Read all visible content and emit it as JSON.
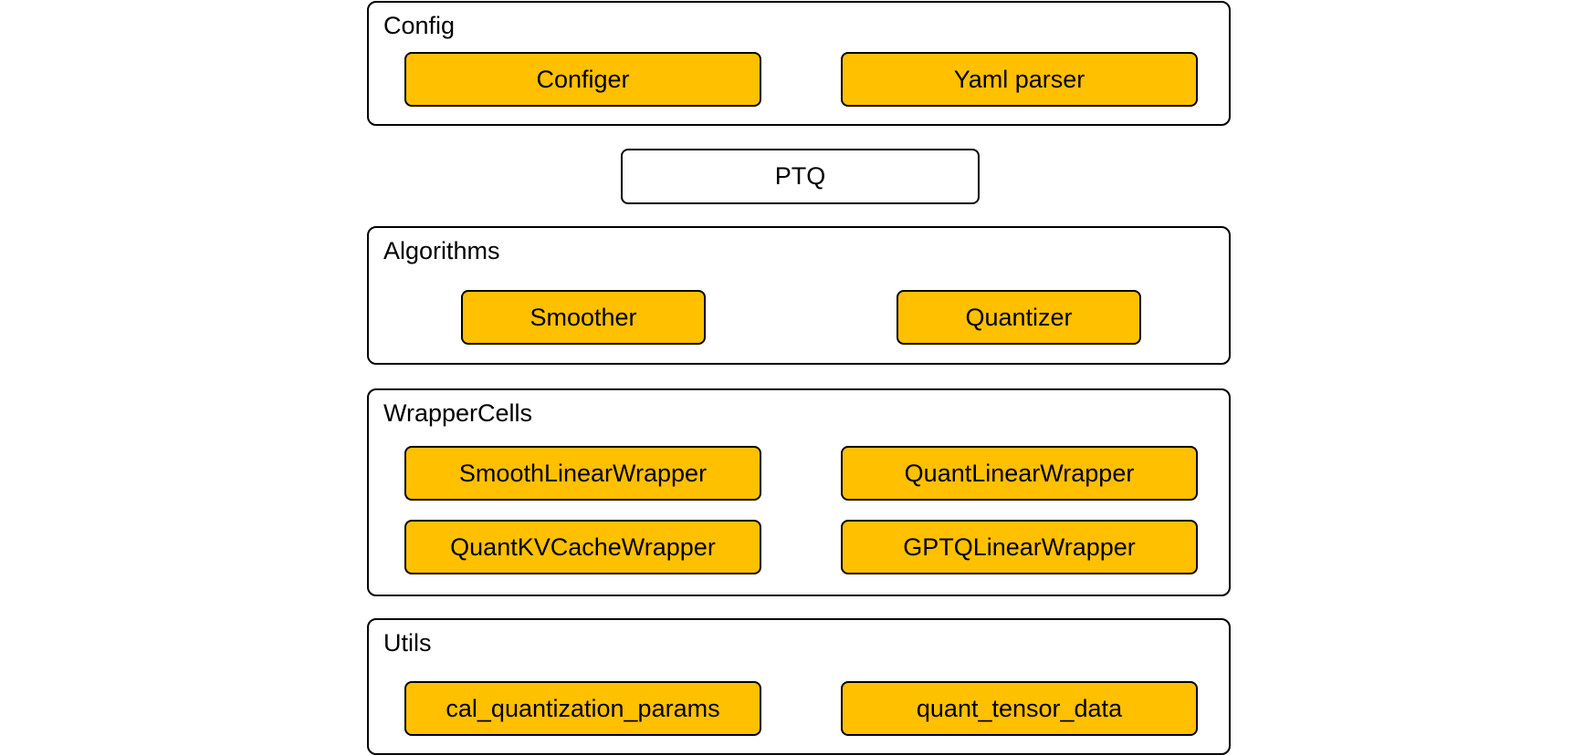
{
  "colors": {
    "module_fill": "#FFC000",
    "border": "#000000",
    "background": "#ffffff"
  },
  "config": {
    "label": "Config",
    "items": [
      "Configer",
      "Yaml parser"
    ]
  },
  "ptq": {
    "label": "PTQ"
  },
  "algorithms": {
    "label": "Algorithms",
    "items": [
      "Smoother",
      "Quantizer"
    ]
  },
  "wrapper_cells": {
    "label": "WrapperCells",
    "items": [
      "SmoothLinearWrapper",
      "QuantLinearWrapper",
      "QuantKVCacheWrapper",
      "GPTQLinearWrapper"
    ]
  },
  "utils": {
    "label": "Utils",
    "items": [
      "cal_quantization_params",
      "quant_tensor_data"
    ]
  }
}
